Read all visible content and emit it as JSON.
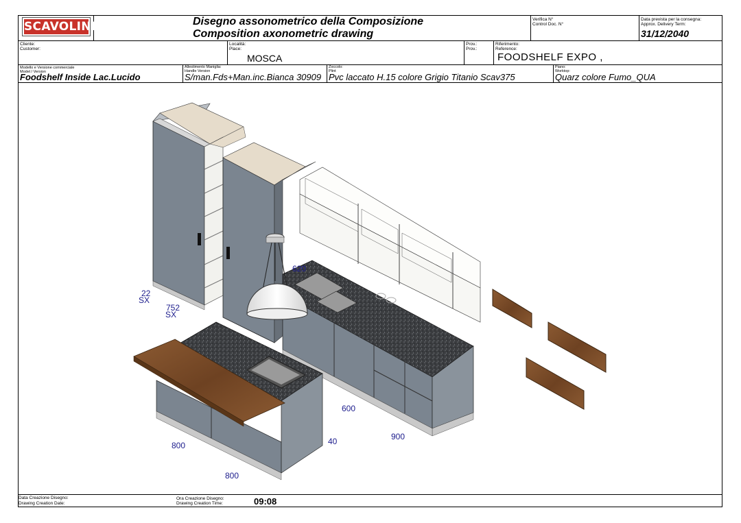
{
  "header": {
    "logo_text": "SCAVOLINI",
    "title_line1": "Disegno assonometrico della Composizione",
    "title_line2": "Composition axonometric drawing",
    "verifica_label_it": "Verifica N°",
    "verifica_label_en": "Control Doc. N°",
    "delivery_label_it": "Data prevista per la consegna:",
    "delivery_label_en": "Approx. Delivery Term:",
    "delivery_value": "31/12/2040"
  },
  "customer_row": {
    "cliente_label_it": "Cliente:",
    "cliente_label_en": "Customer:",
    "cliente_value": "",
    "localita_label_it": "Località:",
    "localita_label_en": "Place:",
    "localita_value": "MOSCA",
    "prov_label_it": "Prov.:",
    "prov_label_en": "Prov.:",
    "riferimento_label_it": "Riferimento:",
    "riferimento_label_en": "Reference:",
    "riferimento_value": "FOODSHELF EXPO ,"
  },
  "model_row": {
    "model_label_it": "Modello e Versione commerciale",
    "model_label_en": "Model / Version",
    "model_value": "Foodshelf Inside Lac.Lucido",
    "handle_label_it": "Allestimento Maniglia:",
    "handle_label_en": "Handle Version",
    "handle_value": "S/man.Fds+Man.inc.Bianca 30909",
    "plinth_label_it": "Zoccolo:",
    "plinth_label_en": "Plint",
    "plinth_value": "Pvc laccato H.15 colore Grigio Titanio Scav375",
    "worktop_label_it": "Piano:",
    "worktop_label_en": "Worktop:",
    "worktop_value": "Quarz colore Fumo_QUA"
  },
  "dimensions": {
    "d22": "22",
    "sx1": "SX",
    "d752": "752",
    "sx2": "SX",
    "d620": "620",
    "d600": "600",
    "d900": "900",
    "d800a": "800",
    "d40": "40",
    "d800b": "800"
  },
  "footer": {
    "date_label_it": "Data Creazione Disegno:",
    "date_label_en": "Drawing Creation Date:",
    "time_label_it": "Ora Creazione Disegno:",
    "time_label_en": "Drawing Creation Time:",
    "time_value": "09:08"
  },
  "colors": {
    "logo": "#c8322a",
    "cabinet": "#7b8590",
    "worktop": "#3a3c3e",
    "wood": "#7a4a26",
    "dimension": "#1c1c8c"
  }
}
